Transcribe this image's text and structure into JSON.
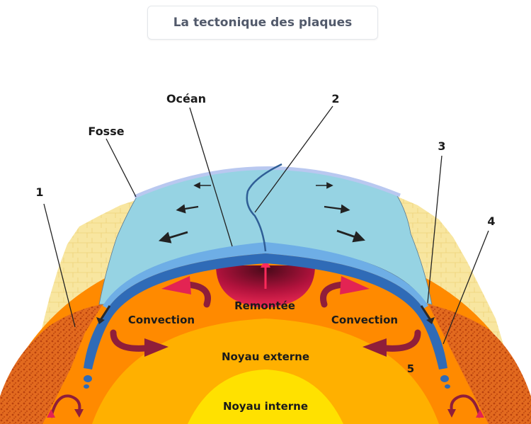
{
  "title": "La tectonique des plaques",
  "labels": {
    "ocean": "Océan",
    "fosse": "Fosse",
    "n1": "1",
    "n2": "2",
    "n3": "3",
    "n4": "4",
    "n5": "5",
    "remontee": "Remontée",
    "convection_left": "Convection",
    "convection_right": "Convection",
    "noyau_externe": "Noyau externe",
    "noyau_interne": "Noyau interne"
  },
  "colors": {
    "ocean": "#96d3e3",
    "lithosphere": "#2f6bb7",
    "lithosphere_light": "#6eaee6",
    "mantle": "#ff8a00",
    "outer_core": "#ffb000",
    "inner_core": "#ffe100",
    "continent": "#f7e39a",
    "crust": "#e4661c",
    "plume": "#a0103a",
    "convection_arrow": "#8f1e3a"
  }
}
